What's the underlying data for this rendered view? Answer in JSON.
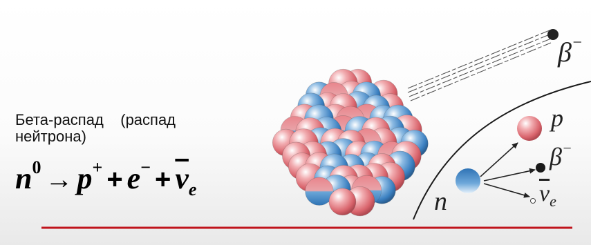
{
  "caption": {
    "line1": "Бета-распад    (распад",
    "line2": "нейтрона)"
  },
  "equation": {
    "n": "n",
    "n_sup": "0",
    "arrow": "→",
    "p": "p",
    "p_sup": "+",
    "plus1": "+",
    "e": "e",
    "e_sup": "−",
    "plus2": "+",
    "nu": "ν",
    "nu_sub": "e"
  },
  "labels": {
    "beta_emitted": "β",
    "beta_emitted_sup": "−",
    "proton": "p",
    "beta_small": "β",
    "beta_small_sup": "−",
    "antineutrino": "ν",
    "antineutrino_sub": "e",
    "neutron": "n"
  },
  "colors": {
    "proton": "#e07a80",
    "neutron": "#3f86c4",
    "electron": "#222222",
    "underline": "#c0141c"
  }
}
